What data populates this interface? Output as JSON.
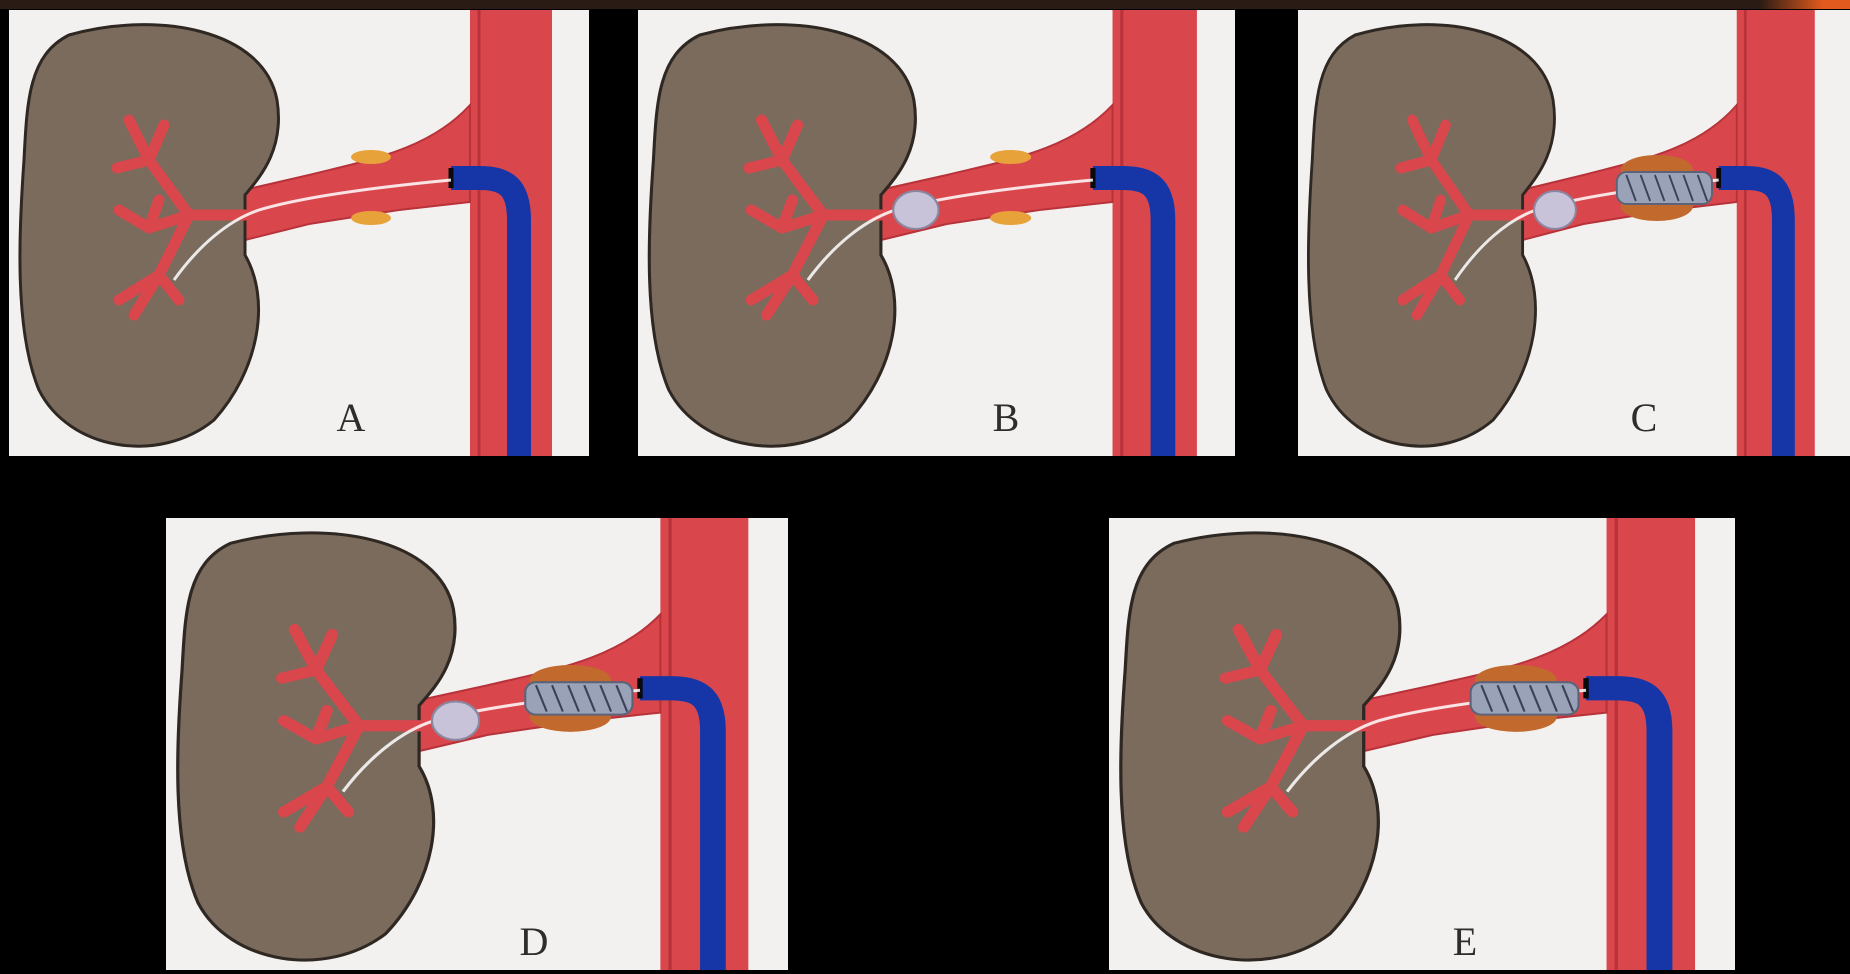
{
  "figure": {
    "panels": [
      {
        "label": "A",
        "step": "guidewire"
      },
      {
        "label": "B",
        "step": "protection-balloon"
      },
      {
        "label": "C",
        "step": "stent-delivery"
      },
      {
        "label": "D",
        "step": "stent-deployment"
      },
      {
        "label": "E",
        "step": "stent-in-place"
      }
    ]
  },
  "colors": {
    "background": "#000000",
    "panel": "#f3f1ef",
    "kidney": "#7a6b5d",
    "artery": "#d9474d",
    "catheter": "#1636a8",
    "plaque": "#e8a23a",
    "stent": "#9aa2b8"
  }
}
